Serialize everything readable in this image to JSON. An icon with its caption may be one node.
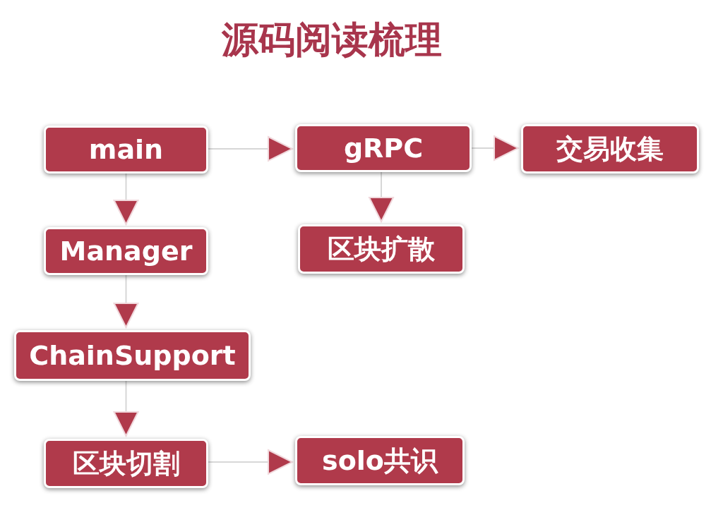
{
  "diagram": {
    "title": "源码阅读梳理",
    "nodes": [
      {
        "text": [
          "main"
        ]
      },
      {
        "text": [
          "gRPC"
        ]
      },
      {
        "text": [
          "交易收集"
        ]
      },
      {
        "text": [
          "Manager"
        ]
      },
      {
        "text": [
          "区块扩散"
        ]
      },
      {
        "text": [
          "ChainSupport"
        ]
      },
      {
        "text": [
          "区块切割"
        ]
      },
      {
        "text": [
          "solo共识"
        ]
      }
    ],
    "edges": [
      {
        "from": 0,
        "to": 1,
        "arrow": "to"
      },
      {
        "from": 1,
        "to": 2,
        "arrow": "to"
      },
      {
        "from": 0,
        "to": 3,
        "arrow": "to"
      },
      {
        "from": 1,
        "to": 4,
        "arrow": "to"
      },
      {
        "from": 3,
        "to": 5,
        "arrow": "to"
      },
      {
        "from": 5,
        "to": 6,
        "arrow": "to"
      },
      {
        "from": 6,
        "to": 7,
        "arrow": "to"
      }
    ]
  }
}
